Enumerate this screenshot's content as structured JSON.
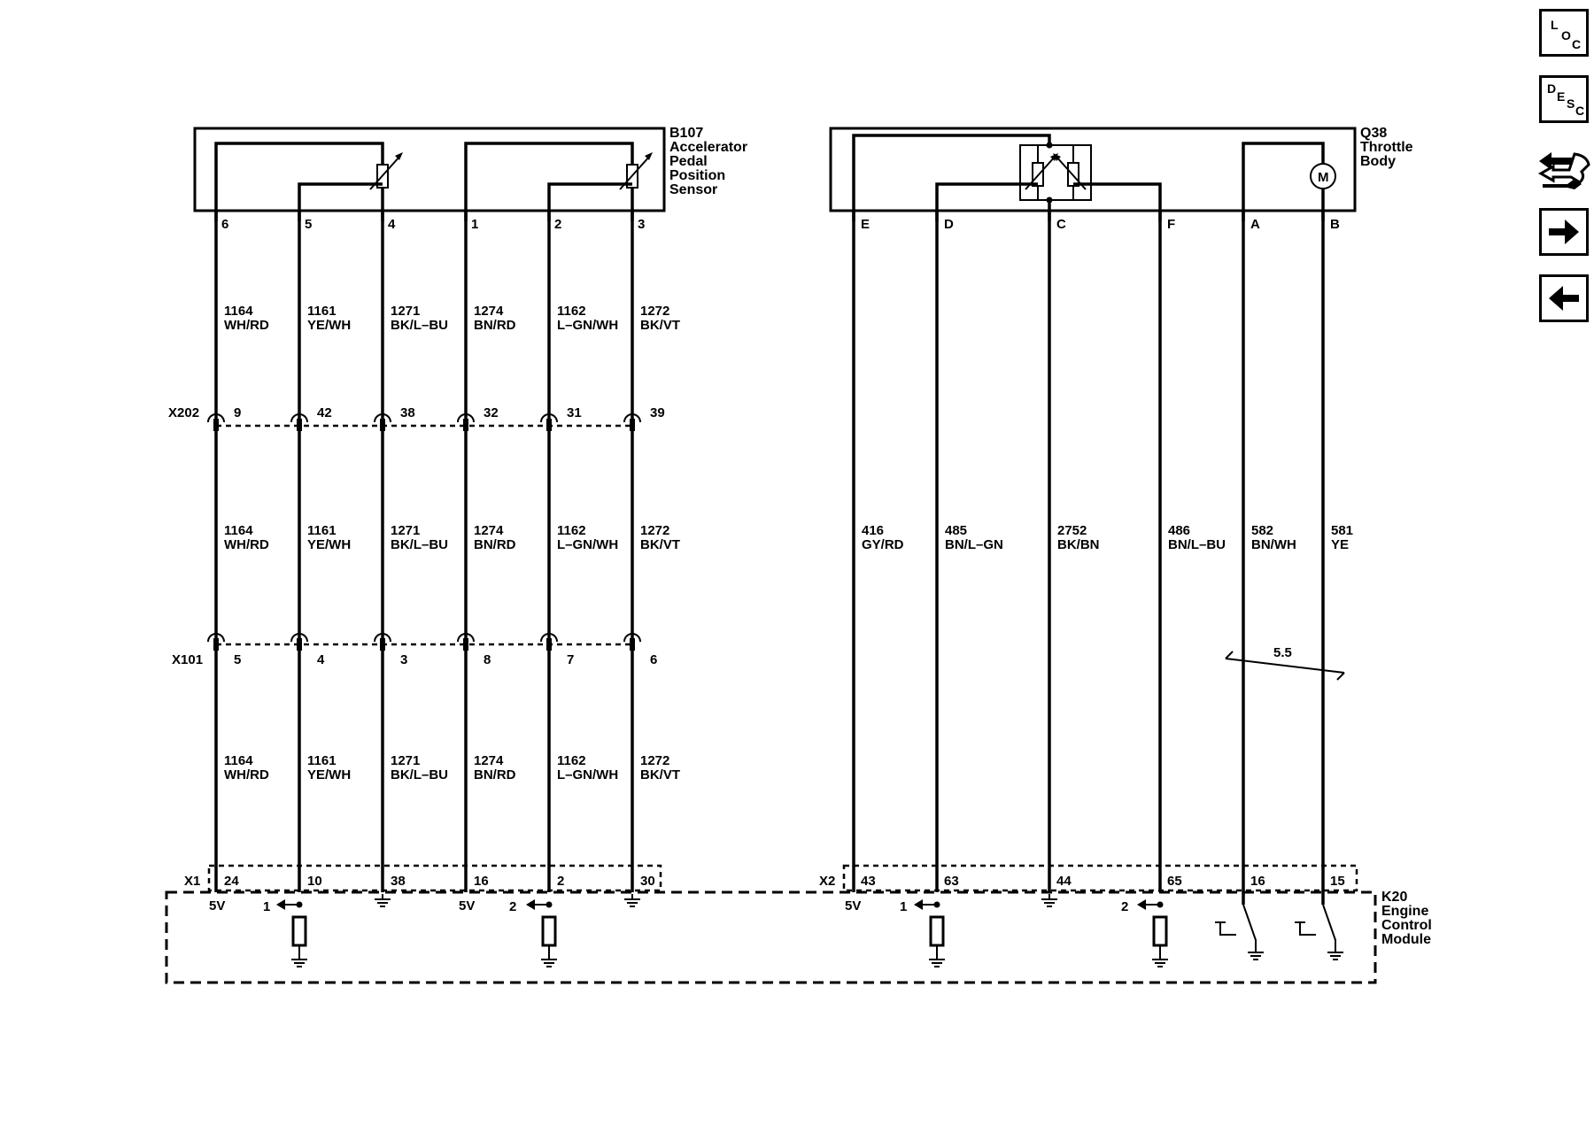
{
  "components": {
    "b107": {
      "lines": [
        "B107",
        "Accelerator",
        "Pedal",
        "Position",
        "Sensor"
      ]
    },
    "q38": {
      "lines": [
        "Q38",
        "Throttle",
        "Body"
      ],
      "motor_label": "M"
    },
    "k20": {
      "lines": [
        "K20",
        "Engine",
        "Control",
        "Module"
      ]
    }
  },
  "connectors": {
    "x202": "X202",
    "x101": "X101",
    "x1": "X1",
    "x2": "X2"
  },
  "reference_labels": {
    "five_volt": "5V",
    "ref_1": "1",
    "ref_2": "2",
    "twist": "5.5"
  },
  "left_circuits": [
    {
      "sensor_pin": "6",
      "circuit": "1164",
      "color": "WH/RD",
      "x202_pin": "9",
      "x101_pin": "5",
      "ecm_pin": "24"
    },
    {
      "sensor_pin": "5",
      "circuit": "1161",
      "color": "YE/WH",
      "x202_pin": "42",
      "x101_pin": "4",
      "ecm_pin": "10"
    },
    {
      "sensor_pin": "4",
      "circuit": "1271",
      "color": "BK/L–BU",
      "x202_pin": "38",
      "x101_pin": "3",
      "ecm_pin": "38"
    },
    {
      "sensor_pin": "1",
      "circuit": "1274",
      "color": "BN/RD",
      "x202_pin": "32",
      "x101_pin": "8",
      "ecm_pin": "16"
    },
    {
      "sensor_pin": "2",
      "circuit": "1162",
      "color": "L–GN/WH",
      "x202_pin": "31",
      "x101_pin": "7",
      "ecm_pin": "2"
    },
    {
      "sensor_pin": "3",
      "circuit": "1272",
      "color": "BK/VT",
      "x202_pin": "39",
      "x101_pin": "6",
      "ecm_pin": "30"
    }
  ],
  "right_circuits": [
    {
      "tb_pin": "E",
      "circuit": "416",
      "color": "GY/RD",
      "ecm_pin": "43"
    },
    {
      "tb_pin": "D",
      "circuit": "485",
      "color": "BN/L–GN",
      "ecm_pin": "63"
    },
    {
      "tb_pin": "C",
      "circuit": "2752",
      "color": "BK/BN",
      "ecm_pin": "44"
    },
    {
      "tb_pin": "F",
      "circuit": "486",
      "color": "BN/L–BU",
      "ecm_pin": "65"
    },
    {
      "tb_pin": "A",
      "circuit": "582",
      "color": "BN/WH",
      "ecm_pin": "16"
    },
    {
      "tb_pin": "B",
      "circuit": "581",
      "color": "YE",
      "ecm_pin": "15"
    }
  ],
  "nav": {
    "loc": [
      "L",
      "O",
      "C"
    ],
    "desc": [
      "D",
      "E",
      "S",
      "C"
    ]
  }
}
